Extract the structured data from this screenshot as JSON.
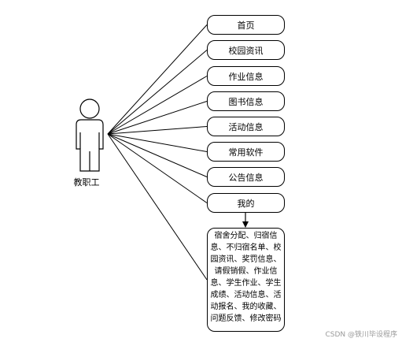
{
  "actor": {
    "label": "教职工",
    "icon": "person-icon"
  },
  "menu_items": [
    {
      "id": "home",
      "label": "首页"
    },
    {
      "id": "campus-news",
      "label": "校园资讯"
    },
    {
      "id": "homework-info",
      "label": "作业信息"
    },
    {
      "id": "library-info",
      "label": "图书信息"
    },
    {
      "id": "activity-info",
      "label": "活动信息"
    },
    {
      "id": "common-software",
      "label": "常用软件"
    },
    {
      "id": "announcement-info",
      "label": "公告信息"
    },
    {
      "id": "mine",
      "label": "我的"
    }
  ],
  "detail_box": {
    "text": "宿舍分配、归宿信息、不归宿名单、校园资讯、奖罚信息、请假销假、作业信息、学生作业、学生成绩、活动信息、活动报名、我的收藏、问题反馈、修改密码"
  },
  "watermark": "CSDN @铁川毕设程序"
}
